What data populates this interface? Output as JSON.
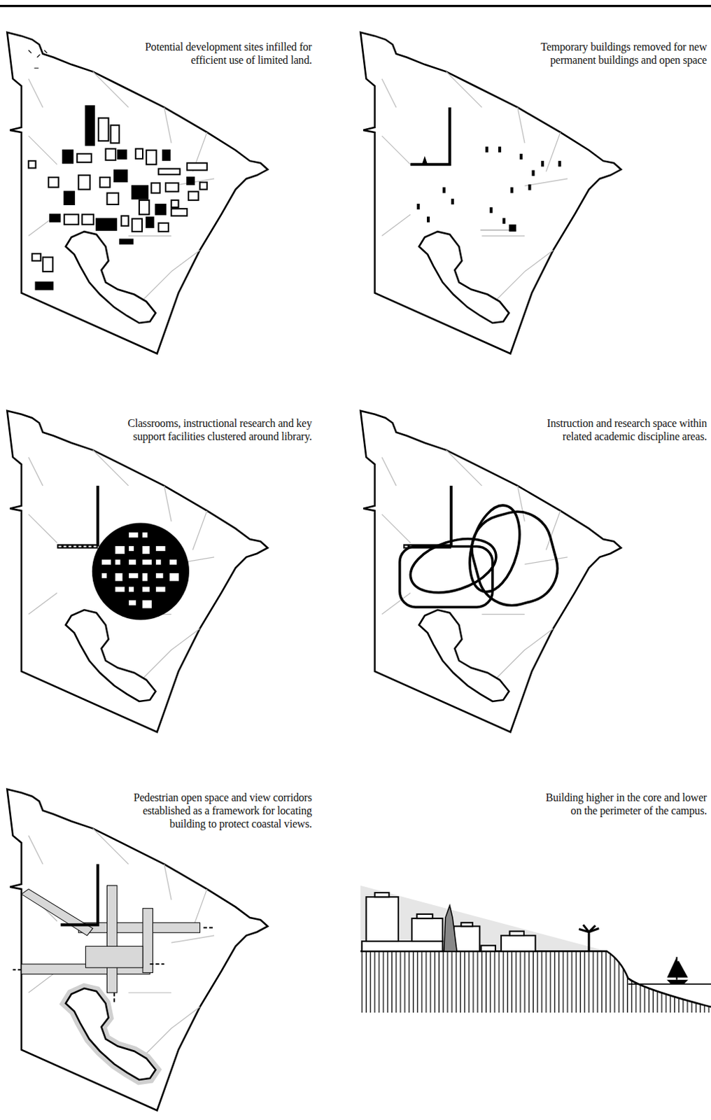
{
  "diagram": {
    "labels": [
      "Potential development sites infilled for efficient use of limited land.",
      "Temporary buildings removed for new permanent buildings and open space",
      "Classrooms, instructional research and key support facilities clustered around library.",
      "Instruction and research space within related academic discipline areas.",
      "Pedestrian open space and view corridors established as a framework for locating building to protect coastal views.",
      "Building higher in the core and lower on the perimeter of the campus."
    ]
  }
}
